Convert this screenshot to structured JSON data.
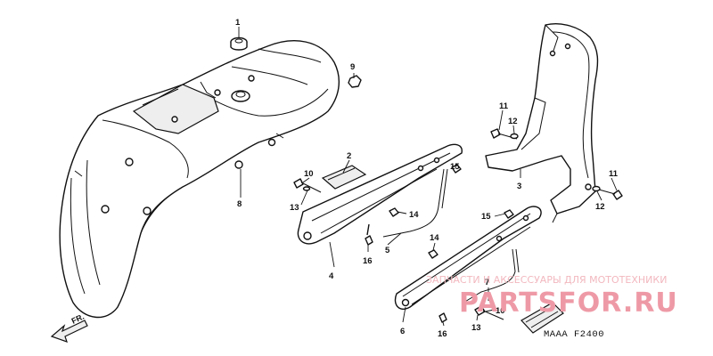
{
  "diagram": {
    "callouts": [
      "1",
      "2",
      "3",
      "4",
      "5",
      "6",
      "7",
      "8",
      "9",
      "10",
      "10",
      "11",
      "11",
      "12",
      "12",
      "13",
      "13",
      "14",
      "14",
      "15",
      "15",
      "16",
      "16"
    ],
    "direction_label": "FR.",
    "diagram_code": "MAAA  F2400"
  },
  "watermark": {
    "tagline": "ЗАПЧАСТИ И АКСЕССУАРЫ ДЛЯ МОТОТЕХНИКИ",
    "brand": "PARTSFOR.RU"
  }
}
